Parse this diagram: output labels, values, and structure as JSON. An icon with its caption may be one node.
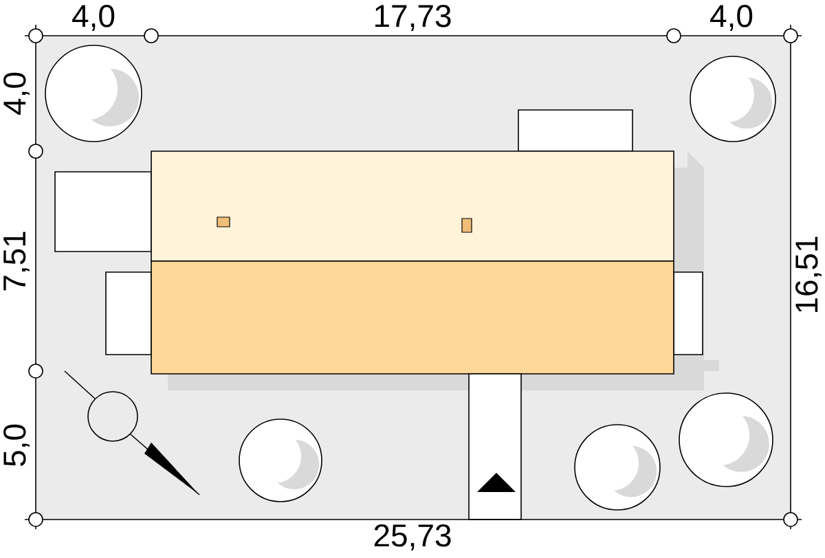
{
  "diagram": {
    "labels": [
      "4,0",
      "17,73",
      "4,0",
      "4,0",
      "7,51",
      "5,0",
      "16,51",
      "25,73"
    ]
  }
}
